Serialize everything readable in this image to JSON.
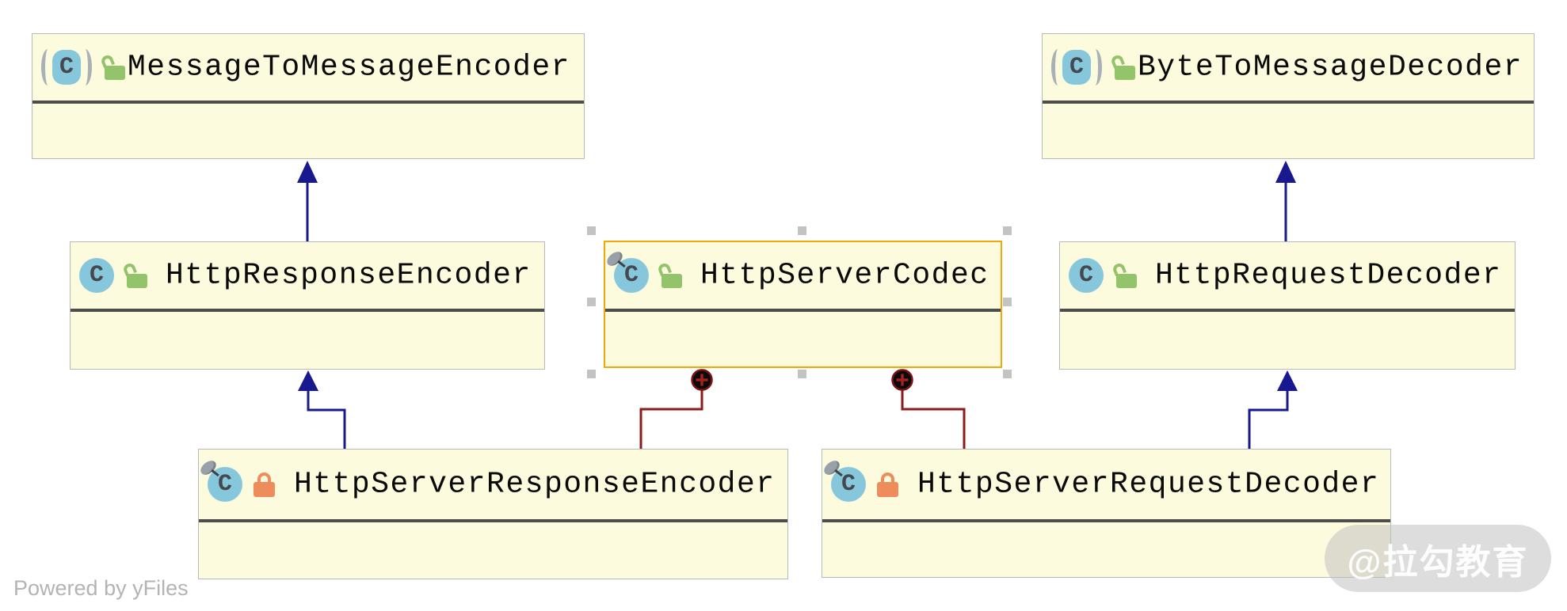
{
  "diagram": {
    "tool_footer": "Powered by yFiles",
    "watermark": "@拉勾教育",
    "class_icon_letter": "C",
    "classes": [
      {
        "name": "MessageToMessageEncoder",
        "stereotype": "abstract-class",
        "access_icon": "unlocked-green",
        "pinned": false,
        "selected": false
      },
      {
        "name": "ByteToMessageDecoder",
        "stereotype": "abstract-class",
        "access_icon": "unlocked-green",
        "pinned": false,
        "selected": false
      },
      {
        "name": "HttpResponseEncoder",
        "stereotype": "class",
        "access_icon": "unlocked-green",
        "pinned": false,
        "selected": false
      },
      {
        "name": "HttpServerCodec",
        "stereotype": "class",
        "access_icon": "unlocked-green",
        "pinned": true,
        "selected": true
      },
      {
        "name": "HttpRequestDecoder",
        "stereotype": "class",
        "access_icon": "unlocked-green",
        "pinned": false,
        "selected": false
      },
      {
        "name": "HttpServerResponseEncoder",
        "stereotype": "class",
        "access_icon": "locked-orange",
        "pinned": true,
        "selected": false
      },
      {
        "name": "HttpServerRequestDecoder",
        "stereotype": "class",
        "access_icon": "locked-orange",
        "pinned": true,
        "selected": false
      }
    ],
    "relations": [
      {
        "from": "HttpResponseEncoder",
        "to": "MessageToMessageEncoder",
        "type": "inheritance"
      },
      {
        "from": "HttpRequestDecoder",
        "to": "ByteToMessageDecoder",
        "type": "inheritance"
      },
      {
        "from": "HttpServerResponseEncoder",
        "to": "HttpResponseEncoder",
        "type": "inheritance"
      },
      {
        "from": "HttpServerRequestDecoder",
        "to": "HttpRequestDecoder",
        "type": "inheritance"
      },
      {
        "from": "HttpServerCodec",
        "to": "HttpServerResponseEncoder",
        "type": "composition"
      },
      {
        "from": "HttpServerCodec",
        "to": "HttpServerRequestDecoder",
        "type": "composition"
      }
    ],
    "colors": {
      "node_fill": "#FCFBDE",
      "node_border": "#B9B9B9",
      "title_separator": "#4D4D4D",
      "selection_border": "#F2A60A",
      "selection_handle": "#C3C3C3",
      "inheritance_edge": "#19198F",
      "composition_edge": "#8E1A1A",
      "port_circle_fill": "#0A0A0A",
      "class_icon_blue": "#86C7DC",
      "lock_green": "#93C46B",
      "lock_orange": "#EE8C5C"
    }
  }
}
